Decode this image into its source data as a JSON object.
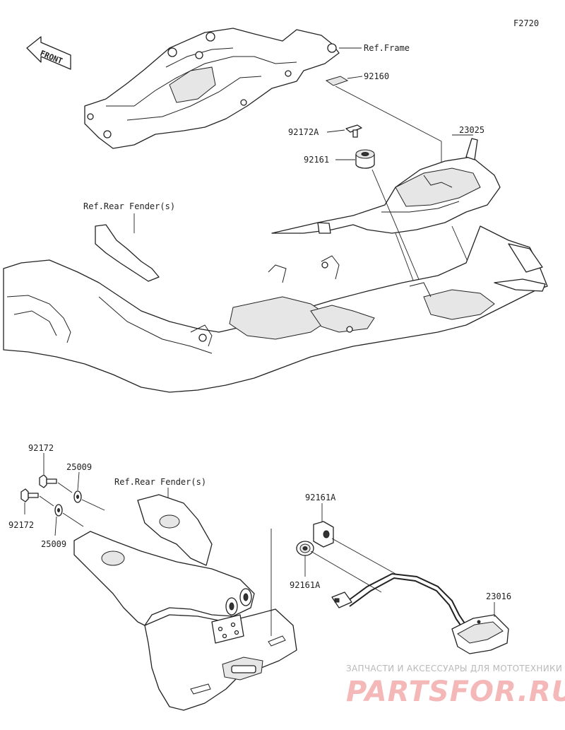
{
  "figure_code": "F2720",
  "front_arrow_text": "FRONT",
  "labels": {
    "ref_frame": "Ref.Frame",
    "p92160": "92160",
    "p92172A": "92172A",
    "p23025": "23025",
    "p92161": "92161",
    "ref_rear_fender_top": "Ref.Rear Fender(s)",
    "p92172_top": "92172",
    "p25009_top": "25009",
    "ref_rear_fender_bottom": "Ref.Rear Fender(s)",
    "p92161A_top": "92161A",
    "p92172_bottom": "92172",
    "p25009_bottom": "25009",
    "p92161A_bottom": "92161A",
    "p23016": "23016"
  },
  "watermark": {
    "tagline": "ЗАПЧАСТИ И АКСЕССУАРЫ ДЛЯ МОТОТЕХНИКИ",
    "brand": "PARTSFOR.RU"
  }
}
